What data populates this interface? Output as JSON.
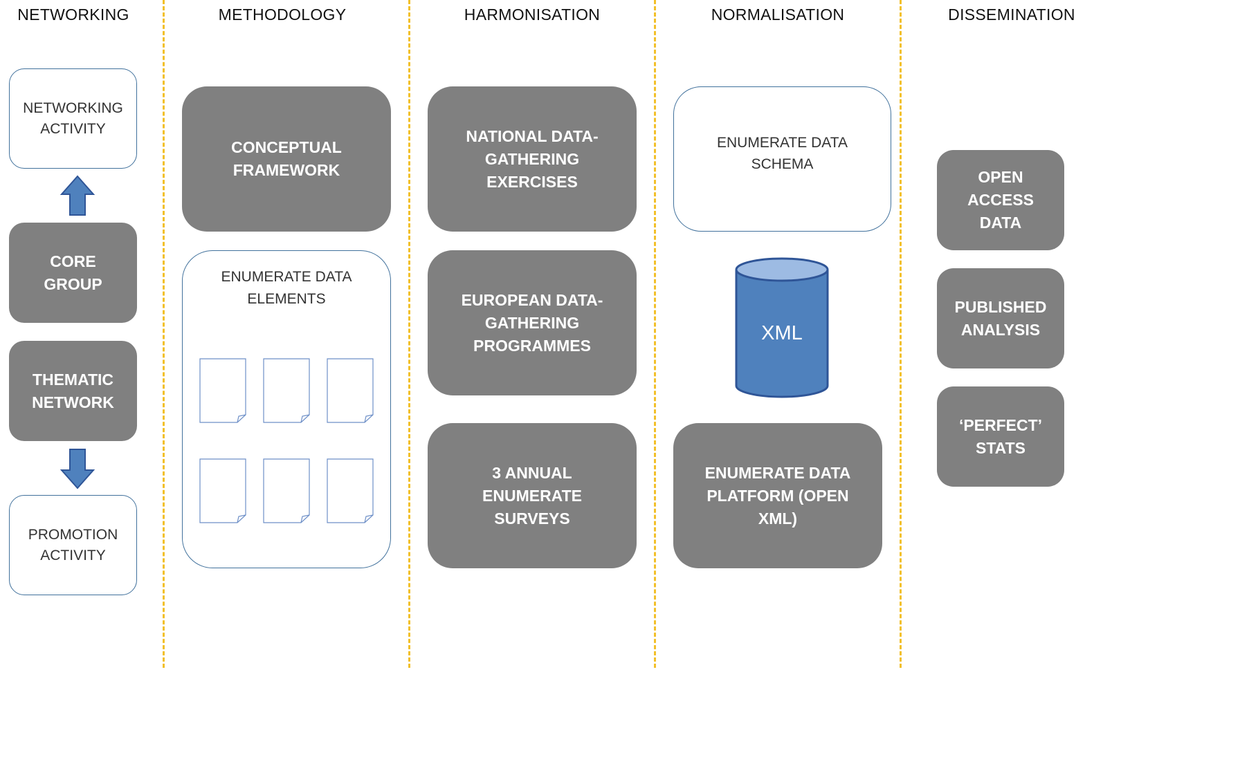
{
  "columns": {
    "networking": {
      "header": "NETWORKING",
      "networking_activity": "NETWORKING\nACTIVITY",
      "core_group": "CORE\nGROUP",
      "thematic_network": "THEMATIC\nNETWORK",
      "promotion_activity": "PROMOTION\nACTIVITY"
    },
    "methodology": {
      "header": "METHODOLOGY",
      "conceptual_framework": "CONCEPTUAL\nFRAMEWORK",
      "data_elements": "ENUMERATE DATA\nELEMENTS"
    },
    "harmonisation": {
      "header": "HARMONISATION",
      "national": "NATIONAL DATA-\nGATHERING\nEXERCISES",
      "european": "EUROPEAN DATA-\nGATHERING\nPROGRAMMES",
      "surveys": "3 ANNUAL\nENUMERATE\nSURVEYS"
    },
    "normalisation": {
      "header": "NORMALISATION",
      "schema": "ENUMERATE DATA\nSCHEMA",
      "xml": "XML",
      "platform": "ENUMERATE DATA\nPLATFORM (OPEN\nXML)"
    },
    "dissemination": {
      "header": "DISSEMINATION",
      "open_access": "OPEN\nACCESS\nDATA",
      "published_analysis": "PUBLISHED\nANALYSIS",
      "perfect_stats": "‘PERFECT’\nSTATS"
    }
  },
  "colors": {
    "dark_box": "#808080",
    "light_border": "#41719c",
    "divider": "#f2c02a",
    "arrow_fill": "#4f81bd",
    "database_fill": "#4f81bd"
  },
  "icons": {
    "up_arrow": "arrow-up-icon",
    "down_arrow": "arrow-down-icon",
    "document": "document-icon",
    "database": "database-cylinder-icon"
  }
}
